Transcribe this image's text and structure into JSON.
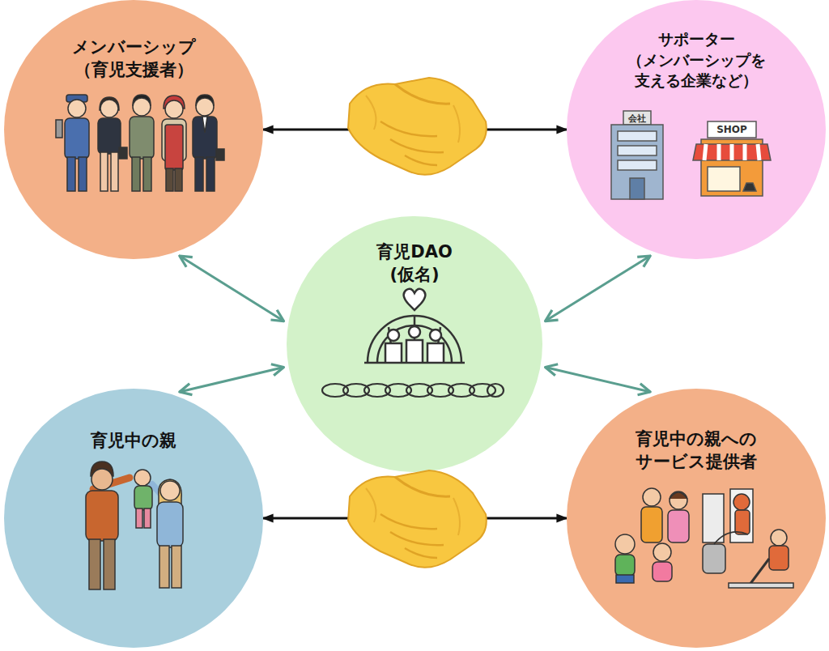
{
  "diagram": {
    "nodes": [
      {
        "text": [
          "メンバーシップ （育児支援者）"
        ]
      },
      {
        "text": [
          "サポーター （メンバーシップを 支える企業など）"
        ]
      },
      {
        "text": [
          "育児DAO (仮名)"
        ]
      },
      {
        "text": [
          "育児中の親"
        ]
      },
      {
        "text": [
          "育児中の親への サービス提供者"
        ]
      }
    ],
    "edges": [
      {
        "from": 0,
        "to": 1,
        "arrow": "both"
      },
      {
        "from": 3,
        "to": 4,
        "arrow": "both"
      },
      {
        "from": 0,
        "to": 2,
        "arrow": "both"
      },
      {
        "from": 1,
        "to": 2,
        "arrow": "both"
      },
      {
        "from": 3,
        "to": 2,
        "arrow": "both"
      },
      {
        "from": 4,
        "to": 2,
        "arrow": "both"
      }
    ],
    "labels": [
      "会社",
      "SHOP"
    ]
  }
}
